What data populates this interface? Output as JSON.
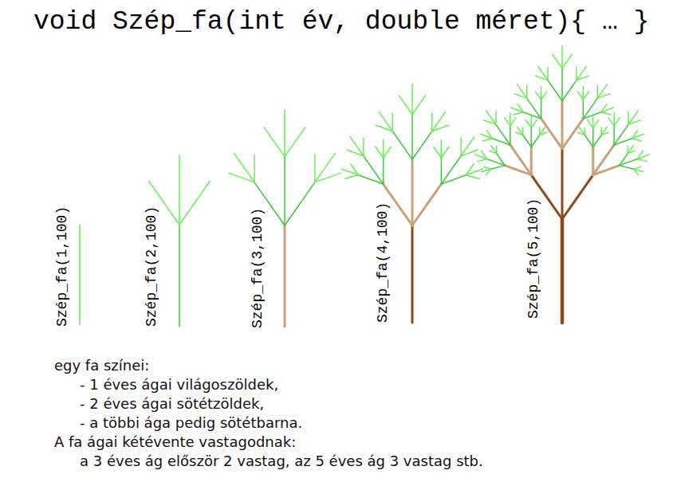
{
  "diagram": {
    "title": "void Szép_fa(int év, double méret){ … }",
    "labels": [
      "Szép_fa(1,100)",
      "Szép_fa(2,100)",
      "Szép_fa(3,100)",
      "Szép_fa(4,100)",
      "Szép_fa(5,100)",
      "egy fa színei:",
      "- 1 éves ágai világoszöldek,",
      "- 2 éves ágai sötétzöldek,",
      "- a többi ága pedig sötétbarna.",
      "A fa ágai kétévente vastagodnak:",
      "a 3 éves ág először 2 vastag, az 5 éves ág 3 vastag stb."
    ]
  }
}
